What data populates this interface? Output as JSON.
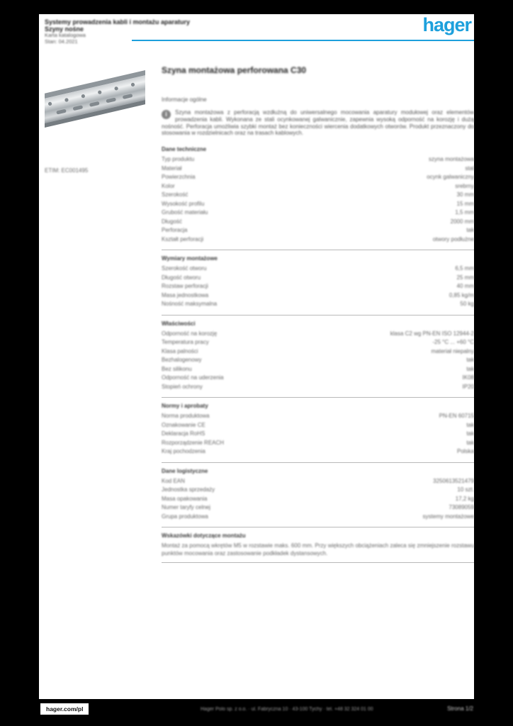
{
  "brand": {
    "logo_text": "hager",
    "accent_color": "#1da0dc"
  },
  "header": {
    "line1": "Systemy prowadzenia kabli i montażu aparatury",
    "line2": "Szyny nośne",
    "line3": "Karta katalogowa",
    "line4": "Stan: 04.2021"
  },
  "product": {
    "title": "Szyna montażowa perforowana C30",
    "intro_heading": "Informacje ogólne",
    "info_icon_glyph": "i",
    "description": "Szyna montażowa z perforacją wzdłużną do uniwersalnego mocowania aparatury modułowej oraz elementów prowadzenia kabli. Wykonana ze stali ocynkowanej galwanicznie, zapewnia wysoką odporność na korozję i dużą nośność. Perforacja umożliwia szybki montaż bez konieczności wiercenia dodatkowych otworów. Produkt przeznaczony do stosowania w rozdzielnicach oraz na trasach kablowych."
  },
  "side_label": "ETIM: EC001495",
  "table": {
    "sections": [
      {
        "header": "Dane techniczne",
        "rows": [
          {
            "label": "Typ produktu",
            "value": "szyna montażowa"
          },
          {
            "label": "Materiał",
            "value": "stal"
          },
          {
            "label": "Powierzchnia",
            "value": "ocynk galwaniczny"
          },
          {
            "label": "Kolor",
            "value": "srebrny"
          },
          {
            "label": "Szerokość",
            "value": "30 mm"
          },
          {
            "label": "Wysokość profilu",
            "value": "15 mm"
          },
          {
            "label": "Grubość materiału",
            "value": "1,5 mm"
          },
          {
            "label": "Długość",
            "value": "2000 mm"
          },
          {
            "label": "Perforacja",
            "value": "tak"
          },
          {
            "label": "Kształt perforacji",
            "value": "otwory podłużne"
          }
        ]
      },
      {
        "header": "Wymiary montażowe",
        "rows": [
          {
            "label": "Szerokość otworu",
            "value": "6,5 mm"
          },
          {
            "label": "Długość otworu",
            "value": "25 mm"
          },
          {
            "label": "Rozstaw perforacji",
            "value": "40 mm"
          },
          {
            "label": "Masa jednostkowa",
            "value": "0,85 kg/m"
          },
          {
            "label": "Nośność maksymalna",
            "value": "50 kg"
          }
        ]
      },
      {
        "header": "Właściwości",
        "rows": [
          {
            "label": "Odporność na korozję",
            "value": "klasa C2 wg PN-EN ISO 12944-2"
          },
          {
            "label": "Temperatura pracy",
            "value": "-25 °C ... +60 °C"
          },
          {
            "label": "Klasa palności",
            "value": "materiał niepalny"
          },
          {
            "label": "Bezhalogenowy",
            "value": "tak"
          },
          {
            "label": "Bez silikonu",
            "value": "tak"
          },
          {
            "label": "Odporność na uderzenia",
            "value": "IK08"
          },
          {
            "label": "Stopień ochrony",
            "value": "IP20"
          }
        ]
      },
      {
        "header": "Normy i aprobaty",
        "rows": [
          {
            "label": "Norma produktowa",
            "value": "PN-EN 60715"
          },
          {
            "label": "Oznakowanie CE",
            "value": "tak"
          },
          {
            "label": "Deklaracja RoHS",
            "value": "tak"
          },
          {
            "label": "Rozporządzenie REACH",
            "value": "tak"
          },
          {
            "label": "Kraj pochodzenia",
            "value": "Polska"
          }
        ]
      },
      {
        "header": "Dane logistyczne",
        "rows": [
          {
            "label": "Kod EAN",
            "value": "3250613521479"
          },
          {
            "label": "Jednostka sprzedaży",
            "value": "10 szt."
          },
          {
            "label": "Masa opakowania",
            "value": "17,2 kg"
          },
          {
            "label": "Numer taryfy celnej",
            "value": "73089059"
          },
          {
            "label": "Grupa produktowa",
            "value": "systemy montażowe"
          }
        ]
      },
      {
        "header": "Wskazówki dotyczące montażu",
        "rows": [],
        "note": "Montaż za pomocą wkrętów M5 w rozstawie maks. 600 mm. Przy większych obciążeniach zaleca się zmniejszenie rozstawu punktów mocowania oraz zastosowanie podkładek dystansowych."
      }
    ]
  },
  "footer": {
    "site": "hager.com/pl",
    "center": "Hager Polo sp. z o.o. · ul. Fabryczna 10 · 43-100 Tychy · tel. +48 32 324 01 00",
    "page": "Strona 1/2"
  }
}
